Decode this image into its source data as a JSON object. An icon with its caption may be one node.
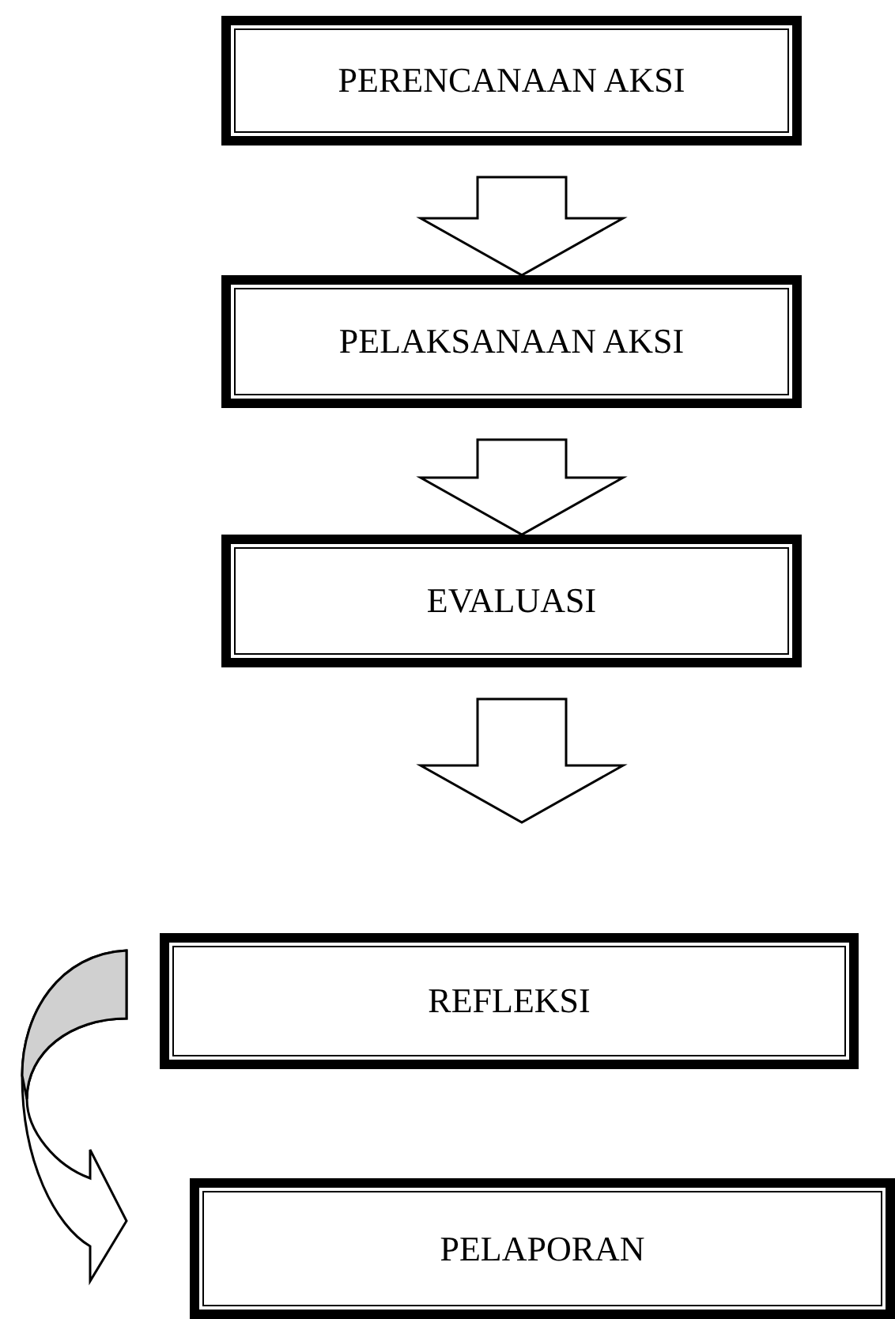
{
  "diagram": {
    "nodes": [
      {
        "text": [
          "PERENCANAAN AKSI"
        ]
      },
      {
        "text": [
          "PELAKSANAAN AKSI"
        ]
      },
      {
        "text": [
          "EVALUASI"
        ]
      },
      {
        "text": [
          "REFLEKSI"
        ]
      },
      {
        "text": [
          "PELAPORAN"
        ]
      }
    ],
    "edges": [
      {
        "from": 0,
        "to": 1,
        "arrow": "to"
      },
      {
        "from": 1,
        "to": 2,
        "arrow": "to"
      },
      {
        "from": 2,
        "to": 3,
        "arrow": "to"
      },
      {
        "from": 3,
        "to": 4,
        "arrow": "to"
      }
    ]
  }
}
